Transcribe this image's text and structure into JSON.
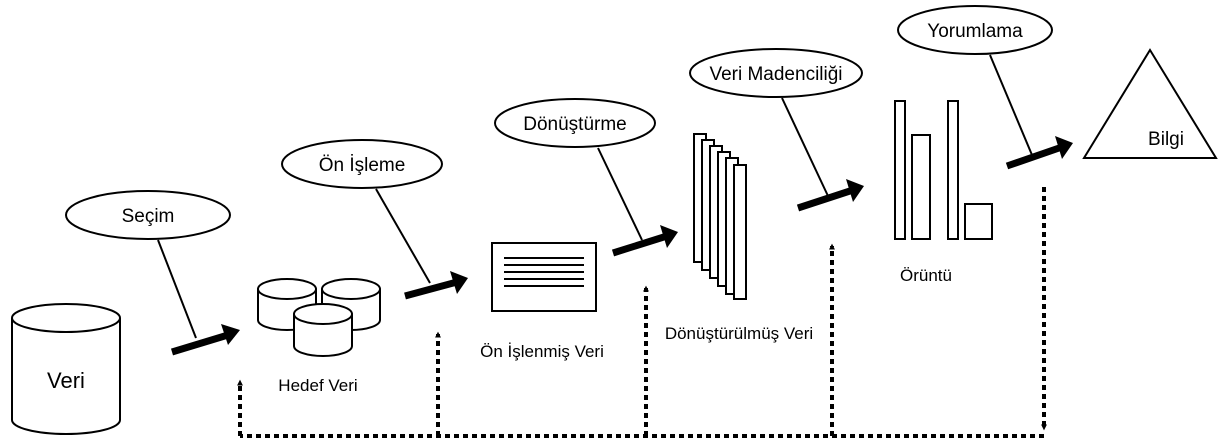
{
  "steps": {
    "selection": "Seçim",
    "preprocessing": "Ön İşleme",
    "transformation": "Dönüştürme",
    "data_mining": "Veri Madenciliği",
    "interpretation": "Yorumlama"
  },
  "artifacts": {
    "data": "Veri",
    "target_data": "Hedef Veri",
    "preprocessed_data": "Ön İşlenmiş Veri",
    "transformed_data": "Dönüştürülmüş Veri",
    "pattern": "Örüntü",
    "knowledge": "Bilgi"
  }
}
